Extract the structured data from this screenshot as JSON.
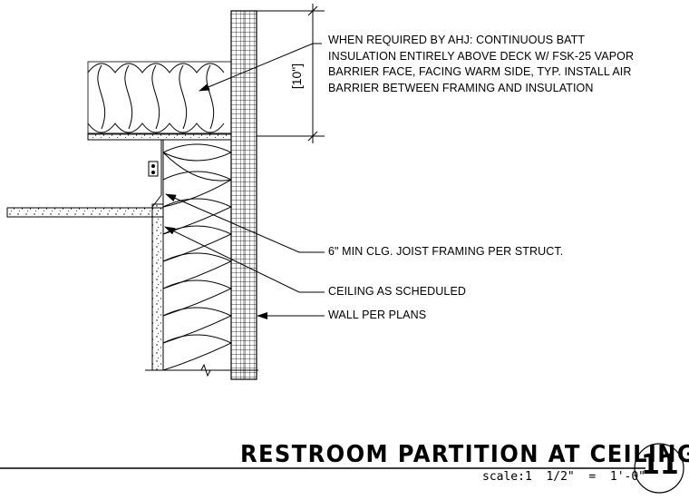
{
  "notes": {
    "insulation": [
      "WHEN REQUIRED BY AHJ: CONTINUOUS BATT",
      "INSULATION ENTIRELY ABOVE DECK W/ FSK-25 VAPOR",
      "BARRIER FACE, FACING WARM SIDE, TYP. INSTALL AIR",
      "BARRIER BETWEEN FRAMING AND INSULATION"
    ],
    "joist": "6\" MIN CLG. JOIST FRAMING PER STRUCT.",
    "ceiling": "CEILING AS SCHEDULED",
    "wall": "WALL PER PLANS"
  },
  "dimension": "[10\"]",
  "title": "RESTROOM PARTITION AT CEILING",
  "scale": "scale:1  1/2\"  =  1'-0\"",
  "detail_number": "11"
}
